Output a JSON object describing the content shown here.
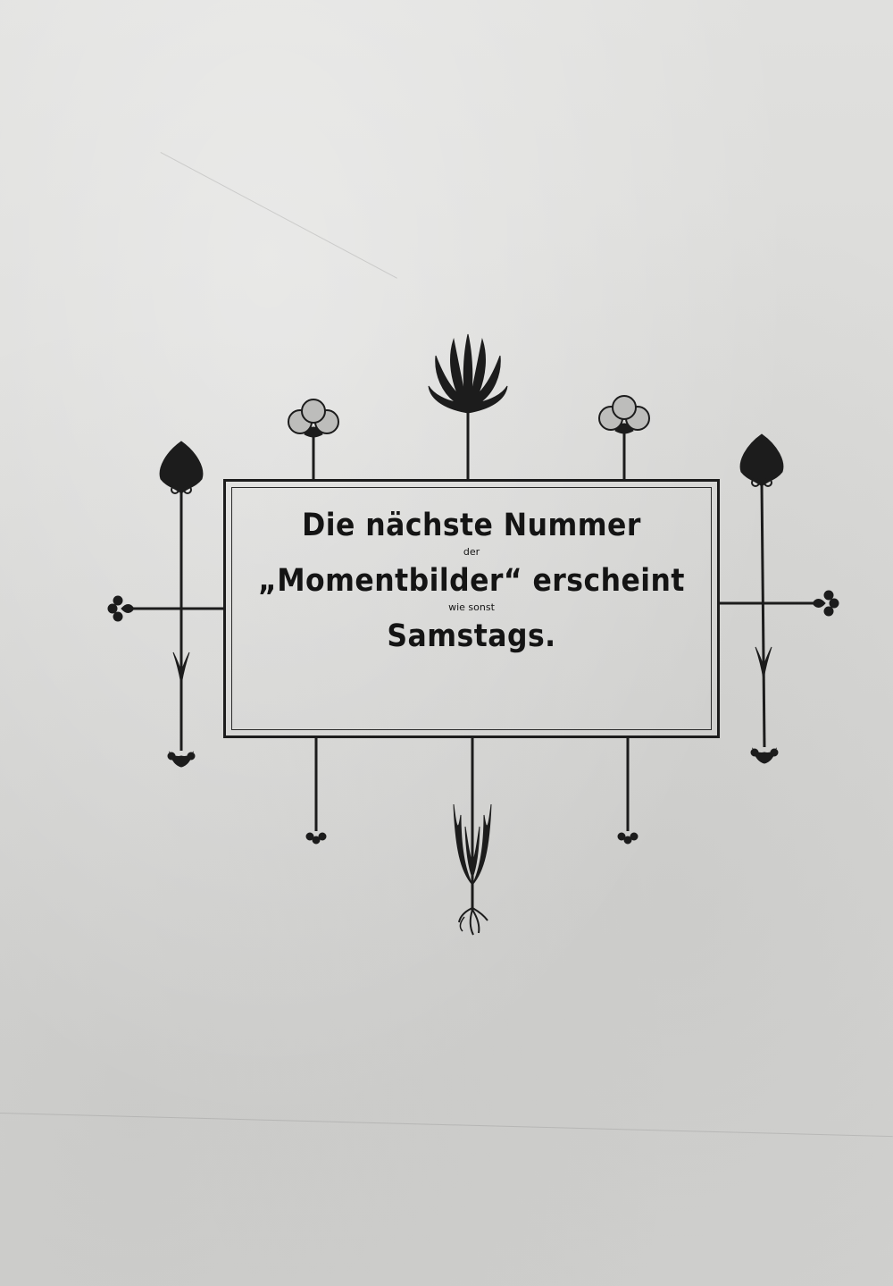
{
  "notice": {
    "line1": "Die nächste Nummer",
    "line2": "der",
    "line3": "„Momentbilder“ erscheint",
    "line4": "wie sonst",
    "line5": "Samstags."
  },
  "colors": {
    "paper": "#dcdcda",
    "ink": "#1c1c1c"
  }
}
